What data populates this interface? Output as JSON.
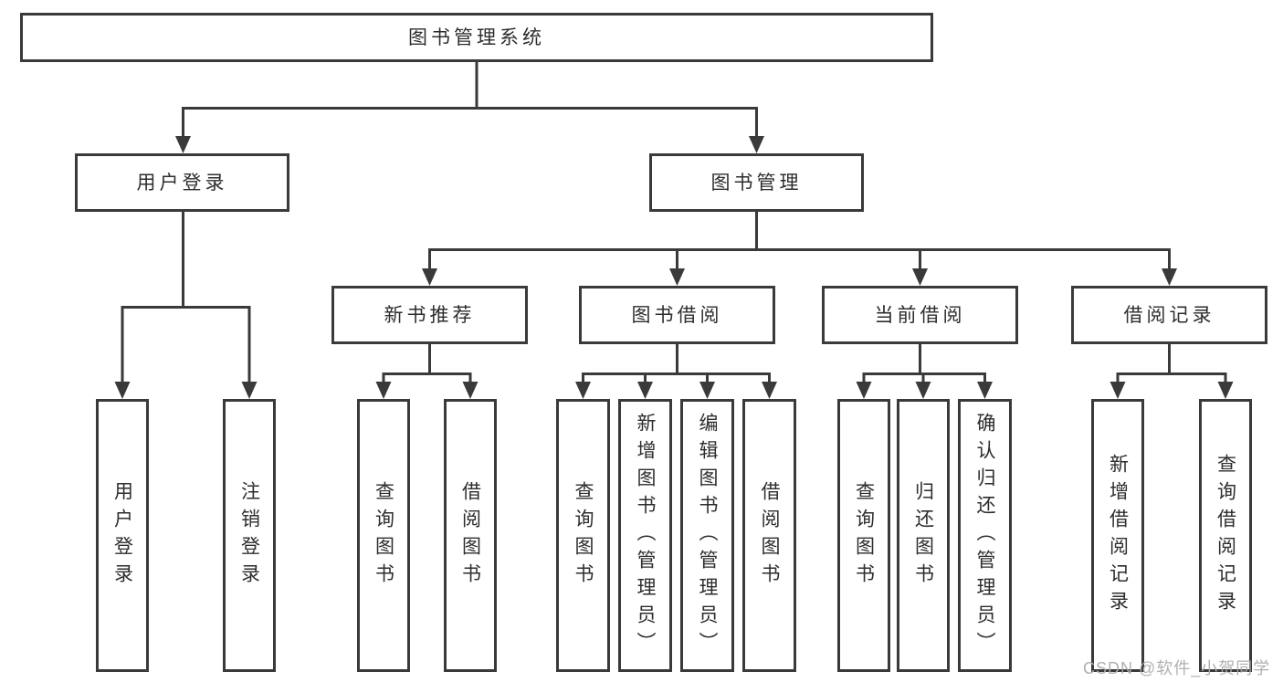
{
  "colors": {
    "background": "#ffffff",
    "line": "#3a3a3a",
    "box_border": "#3a3a3a",
    "text": "#2d2d2d",
    "watermark": "#acacac"
  },
  "watermark": {
    "text": "CSDN @软件_小贺同学"
  },
  "tree": {
    "root": {
      "label": "图书管理系统",
      "children": [
        {
          "label": "用户登录",
          "children": [
            {
              "label": "用户登录"
            },
            {
              "label": "注销登录"
            }
          ]
        },
        {
          "label": "图书管理",
          "children": [
            {
              "label": "新书推荐",
              "children": [
                {
                  "label": "查询图书"
                },
                {
                  "label": "借阅图书"
                }
              ]
            },
            {
              "label": "图书借阅",
              "children": [
                {
                  "label": "查询图书"
                },
                {
                  "label": "新增图书（管理员）"
                },
                {
                  "label": "编辑图书（管理员）"
                },
                {
                  "label": "借阅图书"
                }
              ]
            },
            {
              "label": "当前借阅",
              "children": [
                {
                  "label": "查询图书"
                },
                {
                  "label": "归还图书"
                },
                {
                  "label": "确认归还（管理员）"
                }
              ]
            },
            {
              "label": "借阅记录",
              "children": [
                {
                  "label": "新增借阅记录"
                },
                {
                  "label": "查询借阅记录"
                }
              ]
            }
          ]
        }
      ]
    }
  }
}
